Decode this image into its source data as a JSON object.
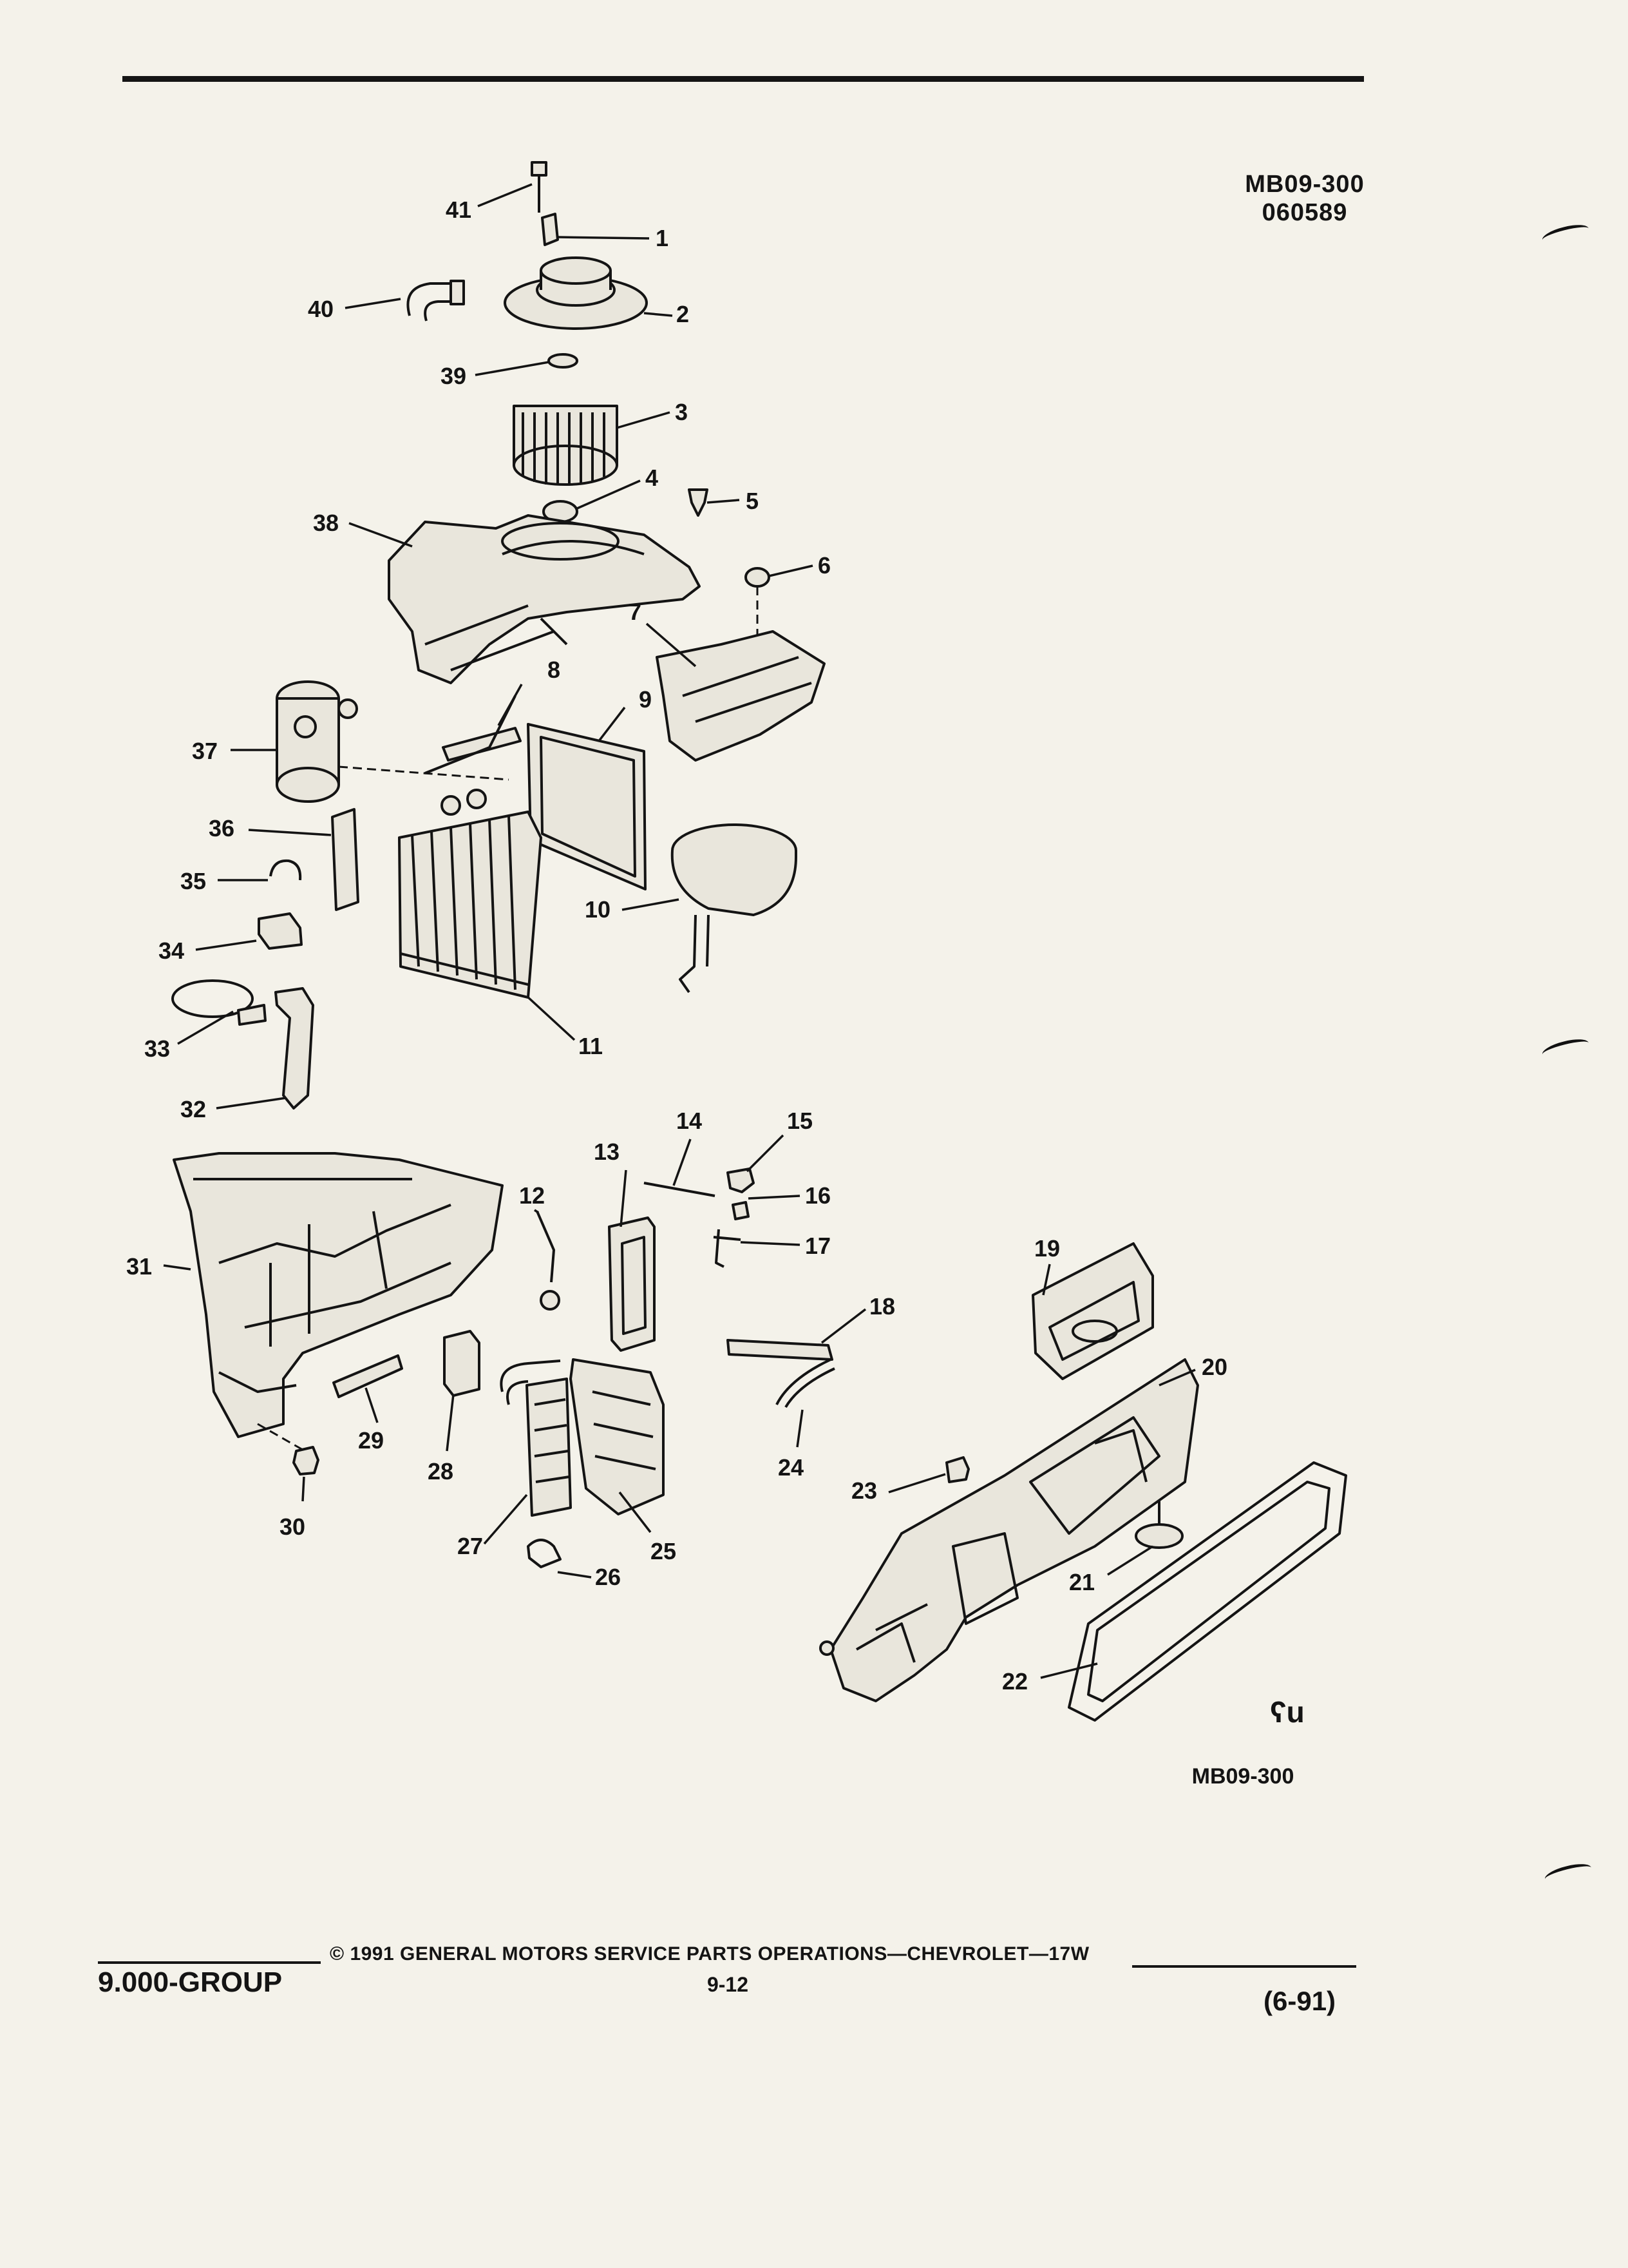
{
  "header": {
    "code": "MB09-300",
    "date_code": "060589"
  },
  "diagram": {
    "figure_code": "MB09-300",
    "logo_glyph": "ʕu"
  },
  "callouts": [
    "1",
    "2",
    "3",
    "4",
    "5",
    "6",
    "7",
    "8",
    "9",
    "10",
    "11",
    "12",
    "13",
    "14",
    "15",
    "16",
    "17",
    "18",
    "19",
    "20",
    "21",
    "22",
    "23",
    "24",
    "25",
    "26",
    "27",
    "28",
    "29",
    "30",
    "31",
    "32",
    "33",
    "34",
    "35",
    "36",
    "37",
    "38",
    "39",
    "40",
    "41"
  ],
  "footer": {
    "group": "9.000-GROUP",
    "copyright": "© 1991 GENERAL MOTORS SERVICE PARTS OPERATIONS—CHEVROLET—17W",
    "page": "9-12",
    "revision": "(6-91)"
  }
}
